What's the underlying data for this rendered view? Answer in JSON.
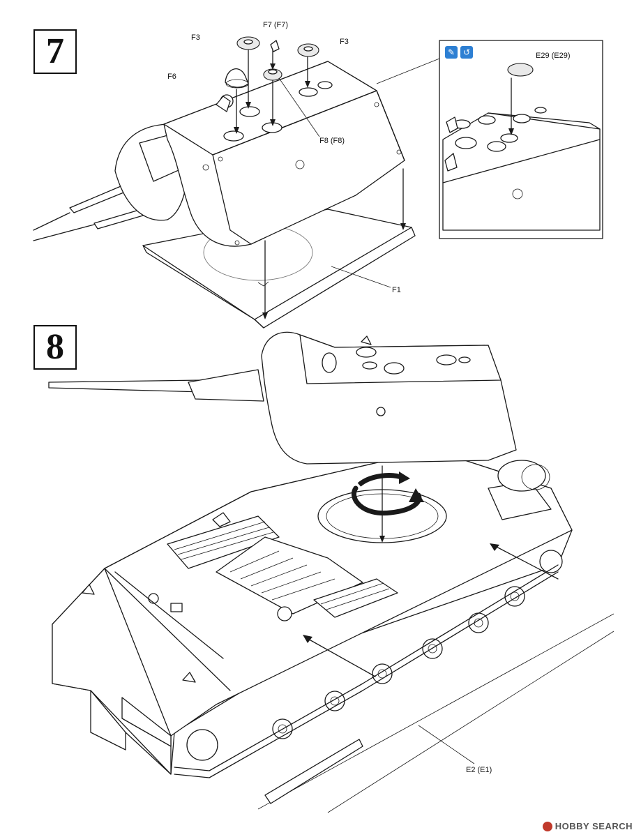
{
  "steps": {
    "step7": {
      "number": "7"
    },
    "step8": {
      "number": "8"
    }
  },
  "labels": {
    "f3_left": "F3",
    "f7": "F7 (F7)",
    "f3_right": "F3",
    "f6": "F6",
    "f8": "F8 (F8)",
    "f1": "F1",
    "e29": "E29 (E29)",
    "e2": "E2 (E1)"
  },
  "inset": {
    "icons": [
      "paint-brush-icon",
      "rotate-icon"
    ]
  },
  "watermark": {
    "text": "HOBBY SEARCH",
    "mark": "R"
  }
}
